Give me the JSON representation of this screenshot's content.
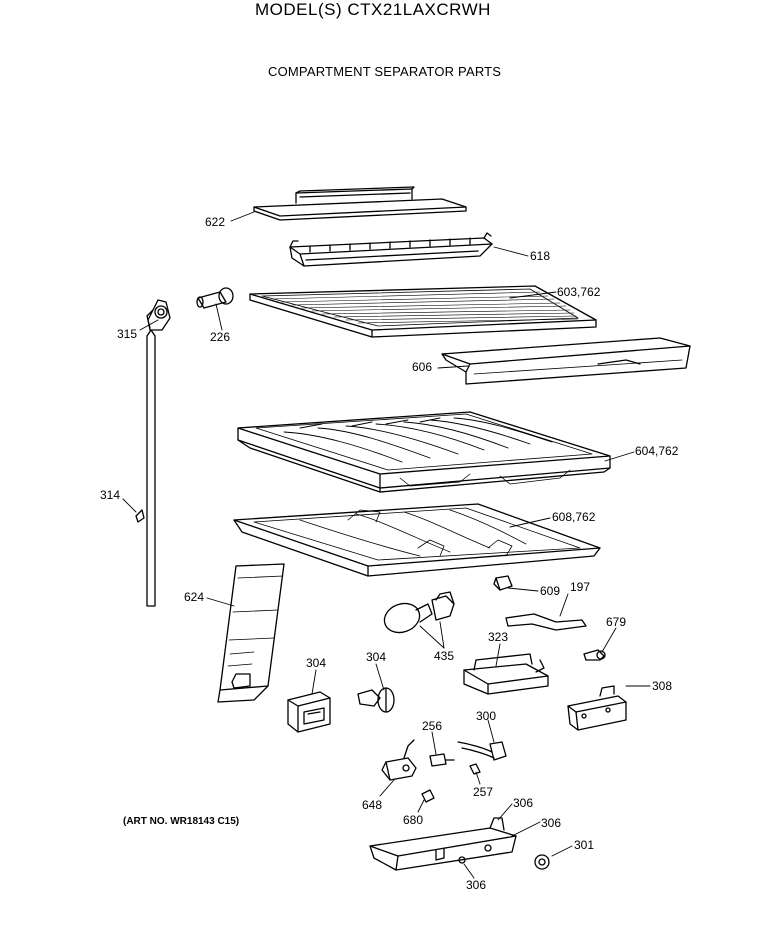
{
  "header": {
    "model": "MODEL(S) CTX21LAXCRWH",
    "title": "COMPARTMENT SEPARATOR PARTS"
  },
  "art_number": "(ART NO. WR18143 C15)",
  "callouts": {
    "c622": "622",
    "c618": "618",
    "c603": "603,762",
    "c315": "315",
    "c226": "226",
    "c606": "606",
    "c604": "604,762",
    "c314": "314",
    "c608": "608,762",
    "c609": "609",
    "c197": "197",
    "c624": "624",
    "c679": "679",
    "c323": "323",
    "c304a": "304",
    "c304b": "304",
    "c435": "435",
    "c308": "308",
    "c256": "256",
    "c300": "300",
    "c648": "648",
    "c257": "257",
    "c306a": "306",
    "c306b": "306",
    "c680": "680",
    "c301": "301",
    "c306c": "306"
  }
}
